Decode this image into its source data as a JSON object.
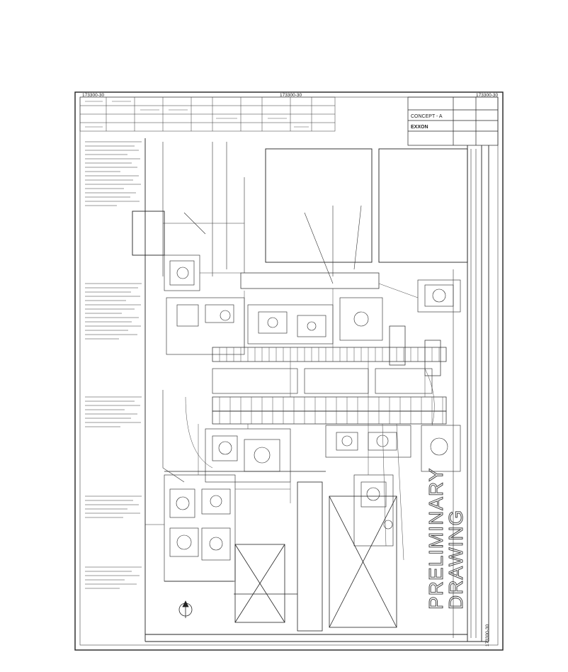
{
  "drawing": {
    "number_top_left": "173300-30",
    "number_top_center": "173300-30",
    "number_top_right": "173300-30",
    "number_bottom": "173300-30",
    "stamp_line1": "PRELIMINARY",
    "stamp_line2": "DRAWING",
    "title_block_code": "CONCEPT - A",
    "title_block_name": "EXXON"
  },
  "colors": {
    "ink": "#222222",
    "paper": "#ffffff"
  },
  "icons": [
    "north-arrow-icon"
  ]
}
